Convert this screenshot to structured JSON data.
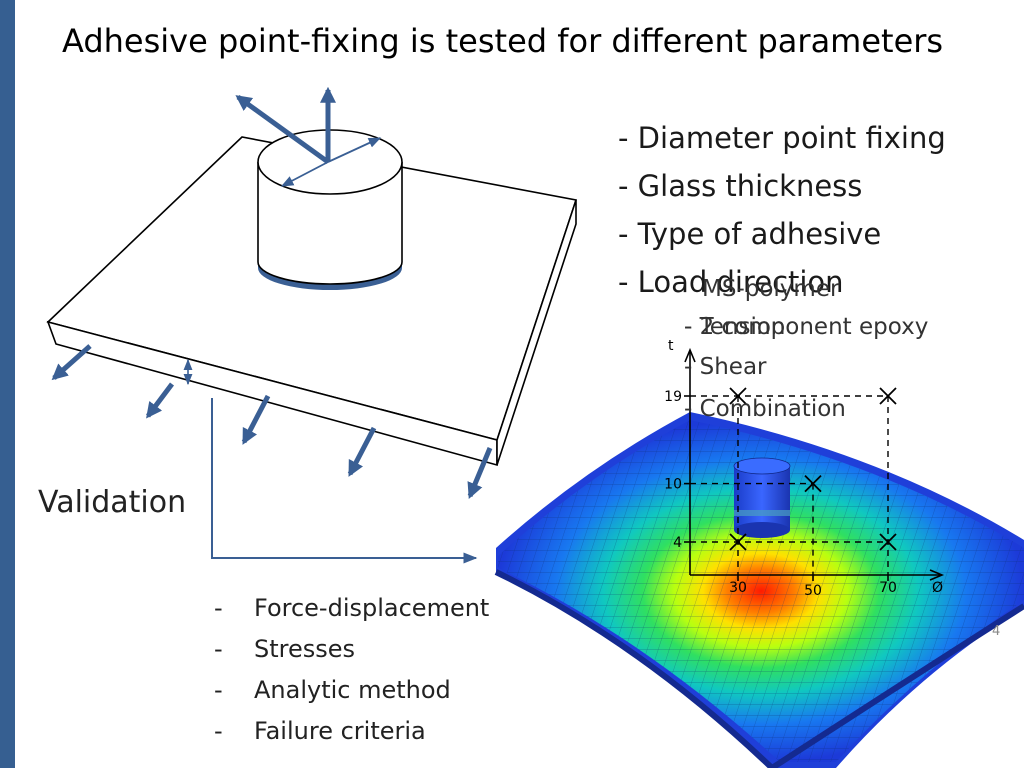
{
  "title": "Adhesive point-fixing is tested for different parameters",
  "parameters": [
    "- Diameter point fixing",
    "- Glass thickness",
    "- Type of adhesive",
    "- Load direction"
  ],
  "adhesive_types": [
    "MS-polymer",
    "- 2 component epoxy"
  ],
  "load_directions": [
    "- Tension",
    "- Shear",
    "- Combination"
  ],
  "validation": {
    "heading": "Validation",
    "dash": "-",
    "items": [
      "Force-displacement",
      "Stresses",
      "Analytic method",
      "Failure criteria"
    ]
  },
  "plot": {
    "y_axis_label": "t",
    "x_axis_label": "Ø",
    "y_ticks": [
      "19",
      "10",
      "4"
    ],
    "x_ticks": [
      "30",
      "50",
      "70"
    ],
    "tested_points": [
      [
        30,
        4
      ],
      [
        70,
        4
      ],
      [
        50,
        10
      ],
      [
        30,
        19
      ],
      [
        70,
        19
      ]
    ]
  },
  "page_number": "4",
  "colors": {
    "accent": "#365f91",
    "arrow": "#3a5f94"
  }
}
